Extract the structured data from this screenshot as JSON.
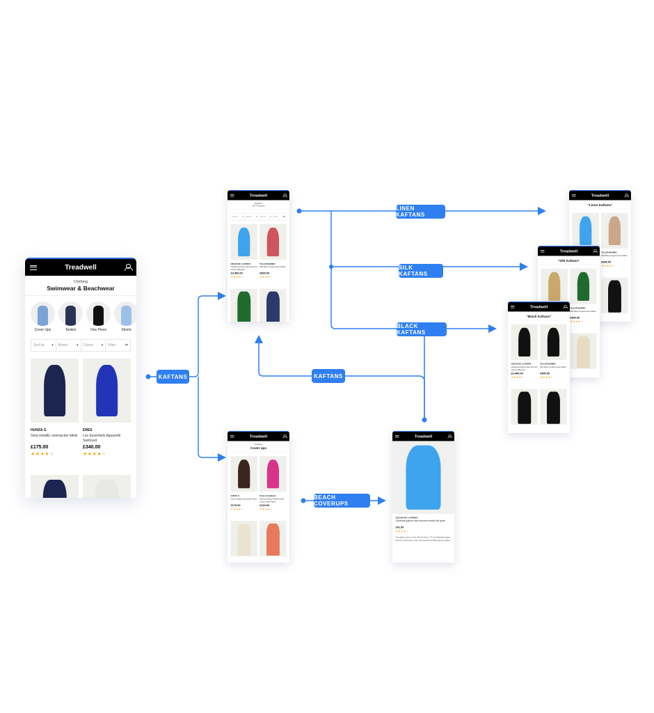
{
  "flow_labels": {
    "kaftans_1": "KAFTANS",
    "linen": "LINEN KAFTANS",
    "silk": "SILK KAFTANS",
    "black": "BLACK KAFTANS",
    "kaftans_2": "KAFTANS",
    "beach": "BEACH COVERUPS"
  },
  "accent": "#2f7ff0",
  "screens": [
    {
      "id": "s-main",
      "type": "listing",
      "title": "Treadwell",
      "breadcrumb": "Clothing",
      "heading": "Swimwear & Beachwear",
      "categories": [
        {
          "label": "Cover Ups",
          "color": "#7aa3d8"
        },
        {
          "label": "Tankini",
          "color": "#2a3354"
        },
        {
          "label": "One Piece",
          "color": "#111"
        },
        {
          "label": "Shorts",
          "color": "#9cbfe8"
        }
      ],
      "filters": [
        "Sort by",
        "Brand",
        "Colour",
        "Filter"
      ],
      "products": [
        {
          "brand": "HUNZA G",
          "name": "Gina metallic seersucker bikini",
          "price": "£175.00",
          "rating": 4,
          "color": "#1c2550"
        },
        {
          "brand": "ERES",
          "name": "Les Essentiels Aquarelle Swimsuit",
          "price": "£340.00",
          "rating": 4,
          "color": "#2235b8"
        }
      ],
      "more_colors": [
        "#1c2550",
        "#e8e8e4"
      ]
    },
    {
      "id": "s-kaftans",
      "type": "listing",
      "title": "Treadwell",
      "breadcrumb": "\"Kaftans\"",
      "subline": "187 Products",
      "filters": [
        "Sort by",
        "Brand",
        "Colour",
        "Filter"
      ],
      "products": [
        {
          "brand": "OSCAR DE LA RENTA",
          "name": "Gardenia guipure lace-trimmed stretch-silk gown",
          "price": "£2,400.00",
          "rating": 4,
          "color": "#3ea4ee"
        },
        {
          "brand": "TALLER MARMO",
          "name": "Mini Boss fringed crepe kaftan",
          "price": "£600.00",
          "rating": 4,
          "color": "#d0545c"
        }
      ],
      "more_colors": [
        "#1f6b2e",
        "#2b3a6b"
      ]
    },
    {
      "id": "s-coverups",
      "type": "listing",
      "title": "Treadwell",
      "breadcrumb": "Clothing",
      "heading": "Cover ups",
      "products": [
        {
          "brand": "HUNZA G",
          "name": "Gina metallic seersucker bikini",
          "price": "£175.00",
          "rating": 4,
          "color": "#3a2620"
        },
        {
          "brand": "Dolce & Gabbana",
          "name": "Women's Blue Floral Printed Cotton Voile Pareo",
          "price": "£219.00",
          "rating": 4,
          "color": "#d8358a"
        }
      ],
      "more_colors": [
        "#ece3cf",
        "#e77a5c"
      ]
    },
    {
      "id": "s-product",
      "type": "product",
      "title": "Treadwell",
      "brand": "OSCAR DE LA RENTA",
      "name": "Gardenia guipure lace-trimmed stretch-silk gown",
      "price": "£41.00",
      "rating": 4,
      "color": "#3ea4ee",
      "description": "The radiance lives on in the Nike Air Force 1 '07, the basketball original that puts a fresh spin on what you know best: durably stitched overlays,"
    },
    {
      "id": "s-linen",
      "type": "listing",
      "title": "Treadwell",
      "heading": "\"Linen Kaftans\"",
      "products": [
        {
          "brand": "",
          "name": "",
          "price": "",
          "rating": 0,
          "color": "#3ea4ee"
        },
        {
          "brand": "TALLER MARMO",
          "name": "Mini Boss fringed crepe kaftan",
          "price": "£600.00",
          "rating": 4,
          "color": "#c9a88a"
        }
      ],
      "more_colors": [
        "#eeeeec",
        "#111"
      ]
    },
    {
      "id": "s-silk",
      "type": "listing",
      "title": "Treadwell",
      "heading": "\"Silk Kaftans\"",
      "products": [
        {
          "brand": "",
          "name": "",
          "price": "",
          "rating": 0,
          "color": "#c9a86a"
        },
        {
          "brand": "TALLER MARMO",
          "name": "Mini Boss fringed crepe kaftan",
          "price": "£600.00",
          "rating": 4,
          "color": "#1f6b2e"
        }
      ],
      "more_colors": [
        "#eeeeec",
        "#e8dcc0"
      ]
    },
    {
      "id": "s-black",
      "type": "listing",
      "title": "Treadwell",
      "heading": "\"Black Kaftans\"",
      "products": [
        {
          "brand": "OSCAR DE LA RENTA",
          "name": "Gardenia guipure lace-trimmed stretch-silk gown",
          "price": "£2,400.00",
          "rating": 4,
          "color": "#111"
        },
        {
          "brand": "TALLER MARMO",
          "name": "Mini Boss fringed crepe kaftan",
          "price": "£600.00",
          "rating": 4,
          "color": "#111"
        }
      ],
      "more_colors": [
        "#111",
        "#111"
      ]
    }
  ]
}
